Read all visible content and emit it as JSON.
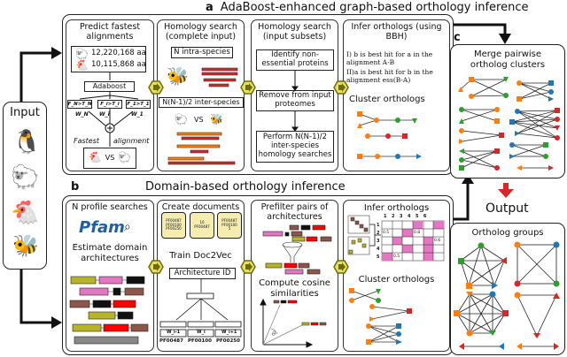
{
  "panel_a": {
    "letter": "a",
    "title": "AdaBoost-enhanced graph-based orthology inference",
    "predict": {
      "title": "Predict fastest alignments",
      "sheep_size": "12,220,168 aa",
      "chicken_size": "10,115,868 aa",
      "adaboost": "Adaboost",
      "classifiers": [
        "F_N>T_N",
        "F_i>T_i",
        "F_1>T_1"
      ],
      "weights": [
        "W_N",
        "W_i",
        "W_1"
      ],
      "fastest_label": "Fastest",
      "alignment_label": "alignment",
      "vs": "VS"
    },
    "homology_complete": {
      "title": "Homology search (complete input)",
      "intra": "N intra-species",
      "inter": "N(N-1)/2 inter-species",
      "vs": "VS"
    },
    "homology_subsets": {
      "title": "Homology search (input subsets)",
      "steps": [
        "Identify non-essential proteins",
        "Remove from input proteomes",
        "Perform N(N-1)/2 inter-species homology searches"
      ]
    },
    "infer_bbh": {
      "title": "Infer orthologs (using BBH)",
      "rule1": "I) b is best hit for a in the alignment A-B",
      "rule2": "II)a is best hit for b in the alignment ess(B-A)",
      "cluster": "Cluster orthologs"
    }
  },
  "panel_b": {
    "letter": "b",
    "title": "Domain-based orthology inference",
    "profile": {
      "title": "N profile searches",
      "logo": "Pfam",
      "estimate": "Estimate domain architectures"
    },
    "documents": {
      "title": "Create documents",
      "scrolls": [
        [
          "PF00487",
          "PF00100",
          "PF00250"
        ],
        [
          "10",
          "PF00487"
        ],
        [
          "PF00487",
          "PF00100",
          "5"
        ]
      ],
      "train": "Train Doc2Vec",
      "arch_id": "Architecture ID",
      "weights": [
        "W_i-1",
        "W_i",
        "W_i+1"
      ],
      "pfams": [
        "PF00487",
        "PF00100",
        "PF00250"
      ]
    },
    "prefilter": {
      "title": "Prefilter pairs of architectures",
      "compute": "Compute cosine similarities",
      "theta": "θ"
    },
    "infer": {
      "title": "Infer orthologs",
      "col_labels": [
        "1",
        "2",
        "3",
        "4",
        "5",
        "6"
      ],
      "row_labels": [
        "1",
        "2",
        "3",
        "4",
        "5"
      ],
      "values": [
        "0.5",
        "0.8",
        "0.6",
        "0.5"
      ],
      "cluster": "Cluster orthologs"
    }
  },
  "panel_c": {
    "letter": "c",
    "merge_title": "Merge pairwise ortholog clusters",
    "output": "Output",
    "groups_title": "Ortholog groups"
  },
  "input": {
    "title": "Input",
    "species": [
      "penguin",
      "sheep",
      "chicken",
      "bee"
    ]
  },
  "colors": {
    "green": "#2ca02c",
    "orange": "#ff7f0e",
    "blue": "#1f77b4",
    "red": "#d62728",
    "olive": "#b8b42a",
    "pink": "#e377c2",
    "brown": "#8c564b",
    "hex_fill": "#e6e05a",
    "hex_border": "#6b6b10"
  }
}
